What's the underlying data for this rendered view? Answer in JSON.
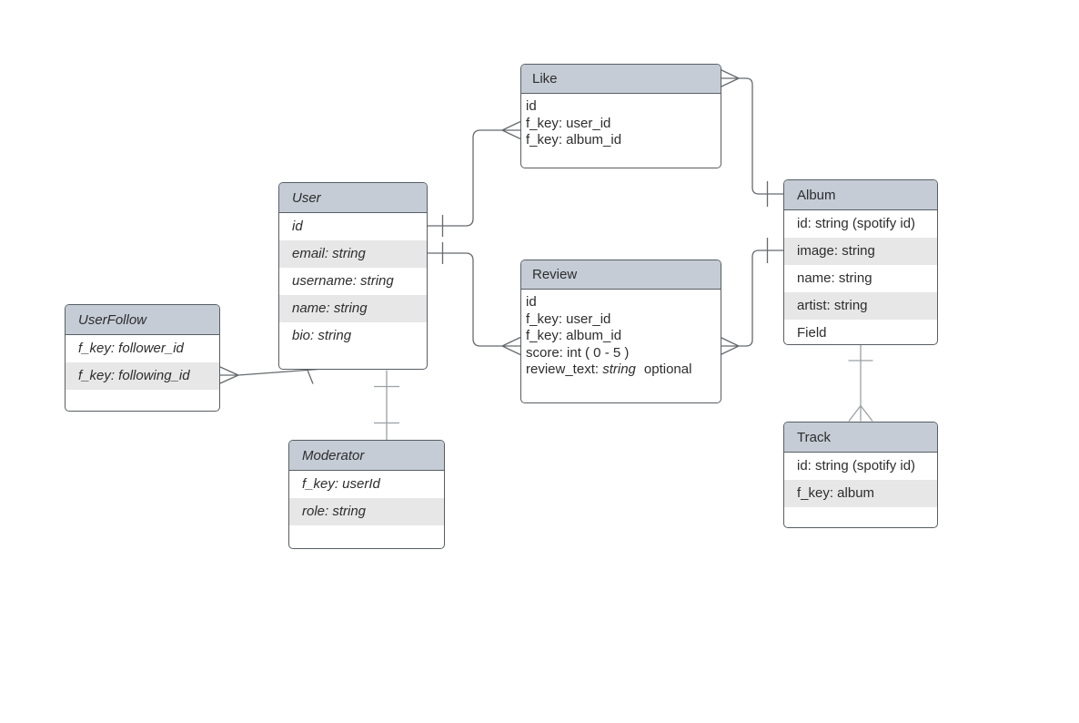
{
  "diagram": {
    "type": "entity-relationship",
    "colors": {
      "background": "#ffffff",
      "header_fill": "#c5ccd6",
      "stripe_fill": "#e7e7e8",
      "border": "#585e64",
      "connector": "#666a6e",
      "connector_light": "#9aa0a4",
      "text": "#2d2d2d"
    },
    "entities": [
      {
        "id": "like",
        "title": "Like",
        "fields": [
          "id",
          "f_key: user_id",
          "f_key: album_id"
        ]
      },
      {
        "id": "user",
        "title": "User",
        "fields": [
          "id",
          "email: string",
          "username: string",
          "name: string",
          "bio: string"
        ]
      },
      {
        "id": "userfollow",
        "title": "UserFollow",
        "fields": [
          "f_key: follower_id",
          "f_key: following_id"
        ]
      },
      {
        "id": "review",
        "title": "Review",
        "fields": [
          "id",
          "f_key: user_id",
          "f_key: album_id",
          "score: int ( 0 - 5 )"
        ],
        "field_mixed": {
          "prefix": "review_text: ",
          "italic": "string",
          "suffix": "optional"
        }
      },
      {
        "id": "moderator",
        "title": "Moderator",
        "fields": [
          "f_key: userId",
          "role: string"
        ]
      },
      {
        "id": "album",
        "title": "Album",
        "fields": [
          "id: string (spotify id)",
          "image: string",
          "name: string",
          "artist: string",
          "Field"
        ]
      },
      {
        "id": "track",
        "title": "Track",
        "fields": [
          "id: string (spotify id)",
          "f_key: album"
        ]
      }
    ],
    "relationships": [
      {
        "from": "User",
        "from_field": "id",
        "to": "Like",
        "from_cardinality": "one",
        "to_cardinality": "many"
      },
      {
        "from": "User",
        "from_field": "email",
        "to": "Review",
        "from_cardinality": "one",
        "to_cardinality": "many"
      },
      {
        "from": "Album",
        "to": "Like",
        "from_cardinality": "one",
        "to_cardinality": "many"
      },
      {
        "from": "Album",
        "to": "Review",
        "from_cardinality": "one",
        "to_cardinality": "many"
      },
      {
        "from": "User",
        "to": "UserFollow",
        "from_cardinality": "one",
        "to_cardinality": "many"
      },
      {
        "from": "User",
        "to": "Moderator",
        "from_cardinality": "one",
        "to_cardinality": "one"
      },
      {
        "from": "Album",
        "to": "Track",
        "from_cardinality": "one",
        "to_cardinality": "many"
      }
    ]
  }
}
